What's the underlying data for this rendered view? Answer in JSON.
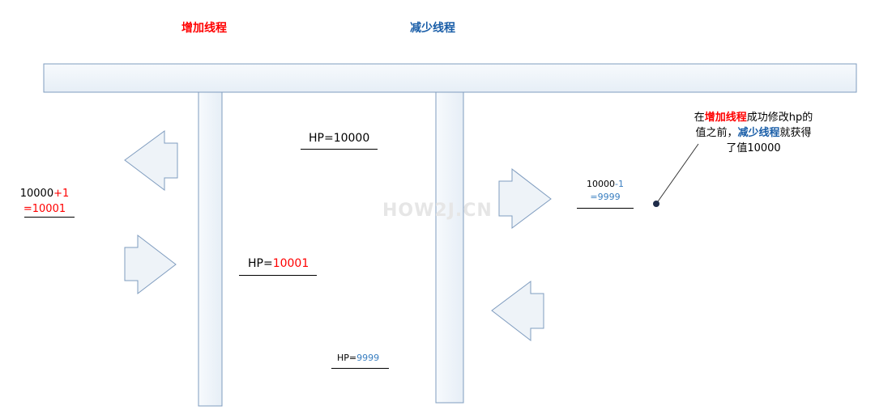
{
  "titles": {
    "increase": "增加线程",
    "decrease": "减少线程"
  },
  "hp_labels": {
    "initial": "HP=10000",
    "after_increase_prefix": "HP=",
    "after_increase_value": "10001",
    "after_decrease_prefix": "HP=",
    "after_decrease_value": "9999"
  },
  "calc_increase": {
    "base": "10000",
    "op": "+1",
    "result": "=10001"
  },
  "calc_decrease": {
    "base": "10000",
    "op": "-1",
    "result": "=9999"
  },
  "note": {
    "p1": "在",
    "p2": "增加线程",
    "p3": "成功修改hp的值之前，",
    "p4": "减少线程",
    "p5": "就获得了值10000"
  },
  "watermark": "HOW2J.CN",
  "colors": {
    "red": "#ff0000",
    "blue": "#1a5ea8",
    "shape_fill": "#eef3f8",
    "shape_stroke": "#7f9cbf"
  }
}
